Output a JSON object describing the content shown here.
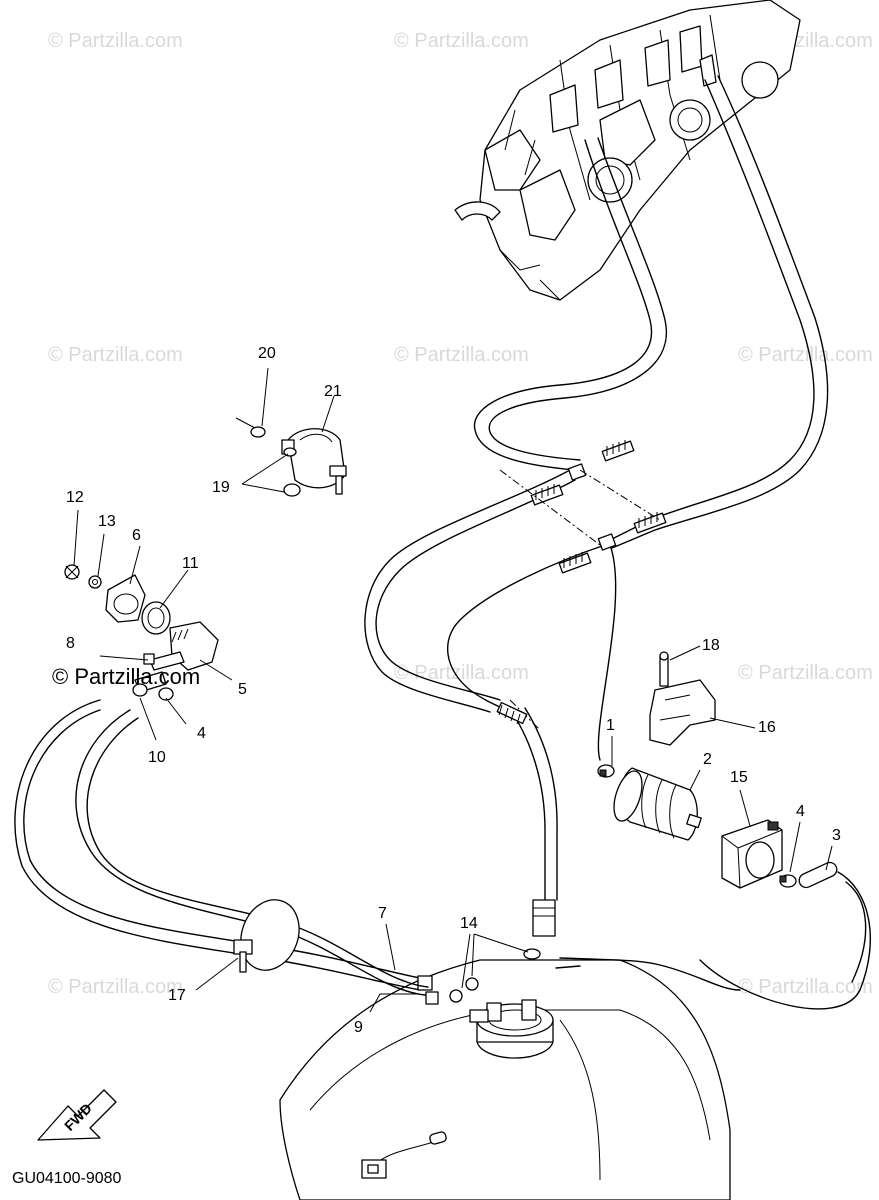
{
  "diagram_code": "GU04100-9080",
  "watermark": "© Partzilla.com",
  "watermark_prominent": "© Partzilla.com",
  "fwd_label": "FWD",
  "callouts": {
    "c1": "1",
    "c2": "2",
    "c3": "3",
    "c4a": "4",
    "c4b": "4",
    "c5": "5",
    "c6": "6",
    "c7": "7",
    "c8": "8",
    "c9": "9",
    "c10": "10",
    "c11": "11",
    "c12": "12",
    "c13": "13",
    "c14": "14",
    "c15": "15",
    "c16": "16",
    "c17": "17",
    "c18": "18",
    "c19": "19",
    "c20": "20",
    "c21": "21"
  }
}
